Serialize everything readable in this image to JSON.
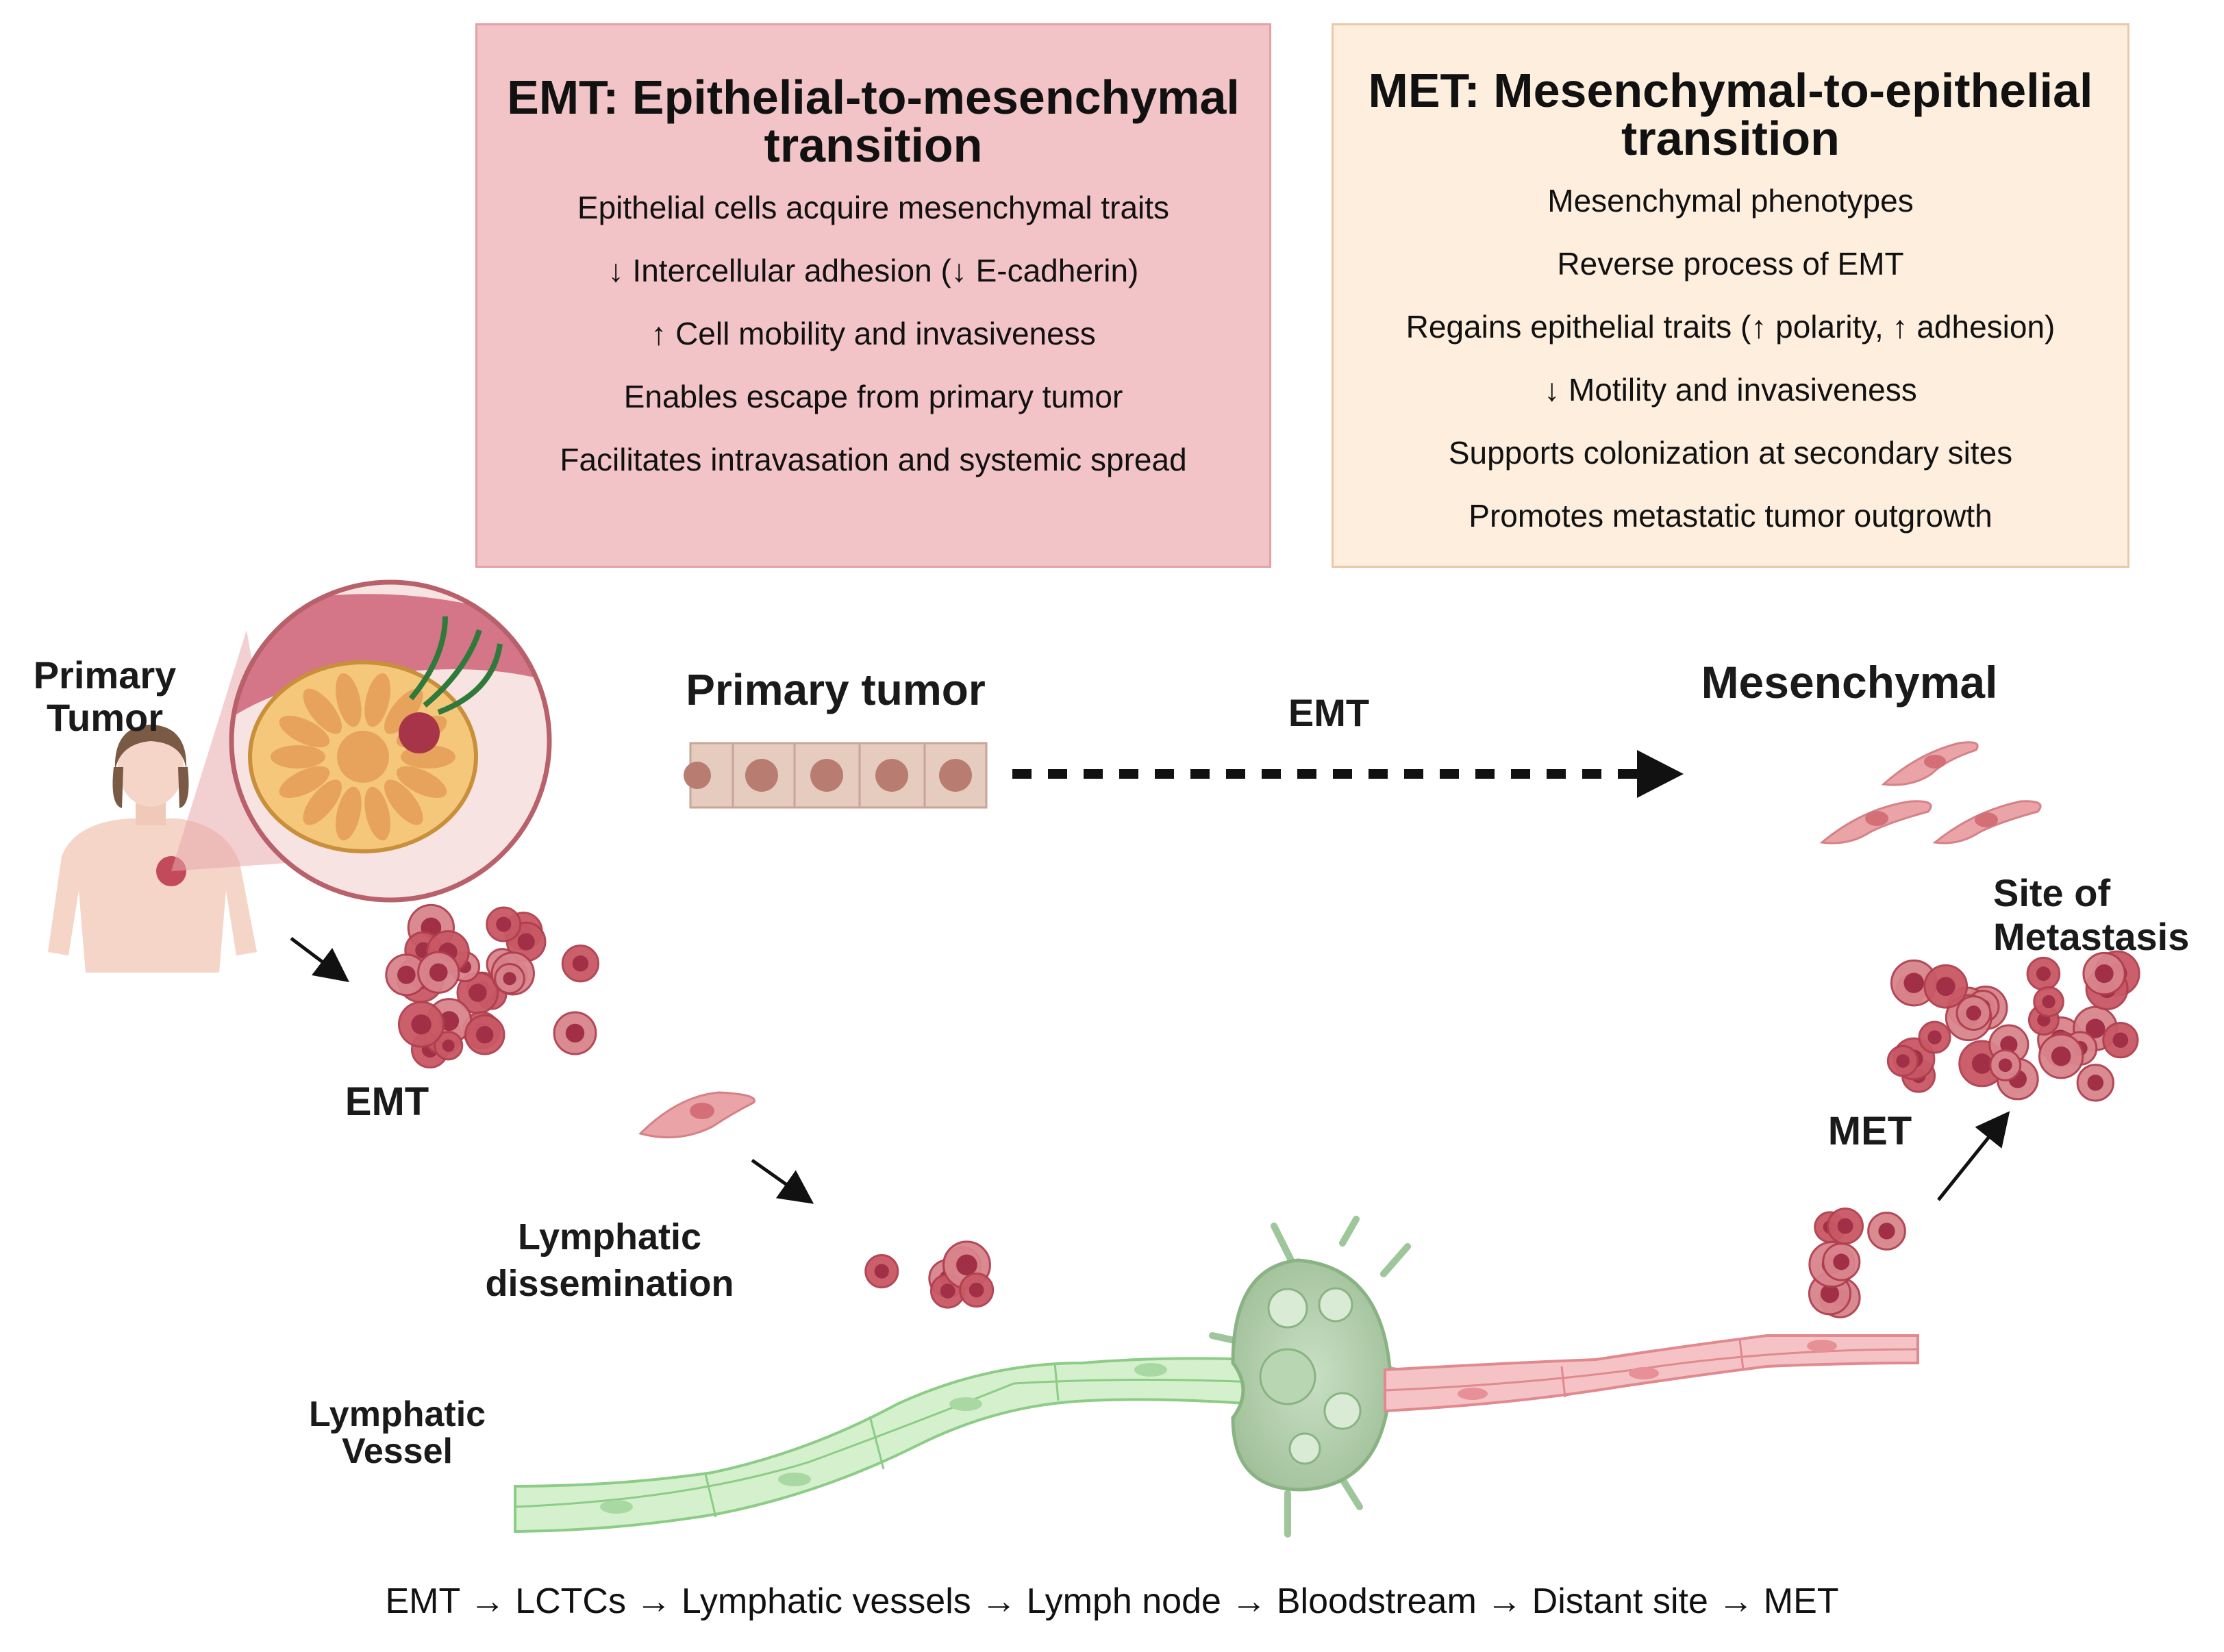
{
  "emt_box": {
    "title": "EMT: Epithelial-to-mesenchymal transition",
    "lines": [
      "Epithelial cells acquire mesenchymal traits",
      "↓ Intercellular adhesion (↓ E-cadherin)",
      "↑ Cell mobility and invasiveness",
      "Enables escape from primary tumor",
      "Facilitates intravasation and systemic spread"
    ],
    "background": "#f2c4c7"
  },
  "met_box": {
    "title": "MET: Mesenchymal-to-epithelial transition",
    "lines": [
      "Mesenchymal phenotypes",
      "Reverse process of EMT",
      "Regains epithelial traits (↑ polarity, ↑ adhesion)",
      "↓ Motility and invasiveness",
      "Supports colonization at secondary sites",
      "Promotes metastatic tumor outgrowth"
    ],
    "background": "#fdeedd"
  },
  "labels": {
    "primary_tumor_left": "Primary Tumor",
    "primary_tumor_center": "Primary tumor",
    "emt_arrow": "EMT",
    "mesenchymal": "Mesenchymal",
    "site_of_metastasis": "Site of Metastasis",
    "emt_cluster": "EMT",
    "met": "MET",
    "lymphatic_dissemination": "Lymphatic dissemination",
    "lymphatic_vessel": "Lymphatic Vessel"
  },
  "flow_caption": "EMT → LCTCs → Lymphatic vessels → Lymph node → Bloodstream → Distant site → MET",
  "colors": {
    "tumor_cell": "#c24a5a",
    "mesenchymal_cell": "#eaa3a6",
    "lymphatic_vessel": "#cfeec9",
    "blood_vessel": "#f3b6b8",
    "lymph_node": "#a9c9a3"
  }
}
